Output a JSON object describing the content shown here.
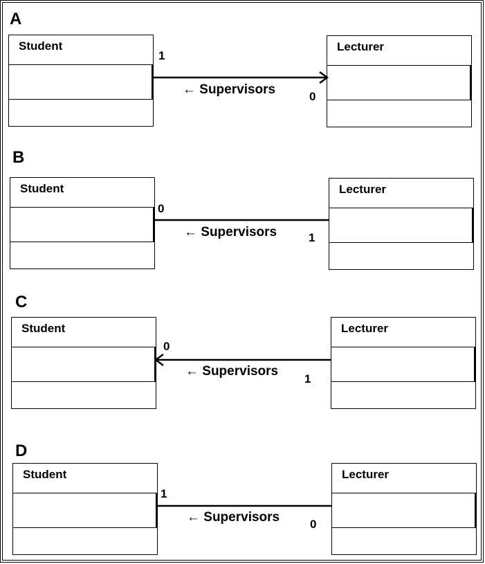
{
  "options": [
    {
      "letter": "A",
      "left_class": "Student",
      "right_class": "Lecturer",
      "label": "← Supervisors",
      "mult_left": "1",
      "mult_right": "0",
      "arrowhead": "right"
    },
    {
      "letter": "B",
      "left_class": "Student",
      "right_class": "Lecturer",
      "label": "← Supervisors",
      "mult_left": "0",
      "mult_right": "1",
      "arrowhead": "none"
    },
    {
      "letter": "C",
      "left_class": "Student",
      "right_class": "Lecturer",
      "label": "← Supervisors",
      "mult_left": "0",
      "mult_right": "1",
      "arrowhead": "left"
    },
    {
      "letter": "D",
      "left_class": "Student",
      "right_class": "Lecturer",
      "label": "← Supervisors",
      "mult_left": "1",
      "mult_right": "0",
      "arrowhead": "none"
    }
  ],
  "colors": {
    "line": "#000000",
    "background": "#ffffff"
  }
}
